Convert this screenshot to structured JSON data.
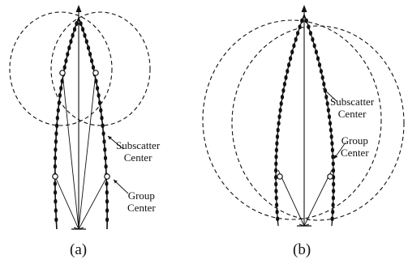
{
  "panels": [
    {
      "id": "a",
      "caption": "(a)",
      "labels": {
        "subscatter": [
          "Subscatter",
          "Center"
        ],
        "group": [
          "Group",
          "Center"
        ]
      }
    },
    {
      "id": "b",
      "caption": "(b)",
      "labels": {
        "subscatter": [
          "Subscatter",
          "Center"
        ],
        "group": [
          "Group",
          "Center"
        ]
      }
    }
  ]
}
